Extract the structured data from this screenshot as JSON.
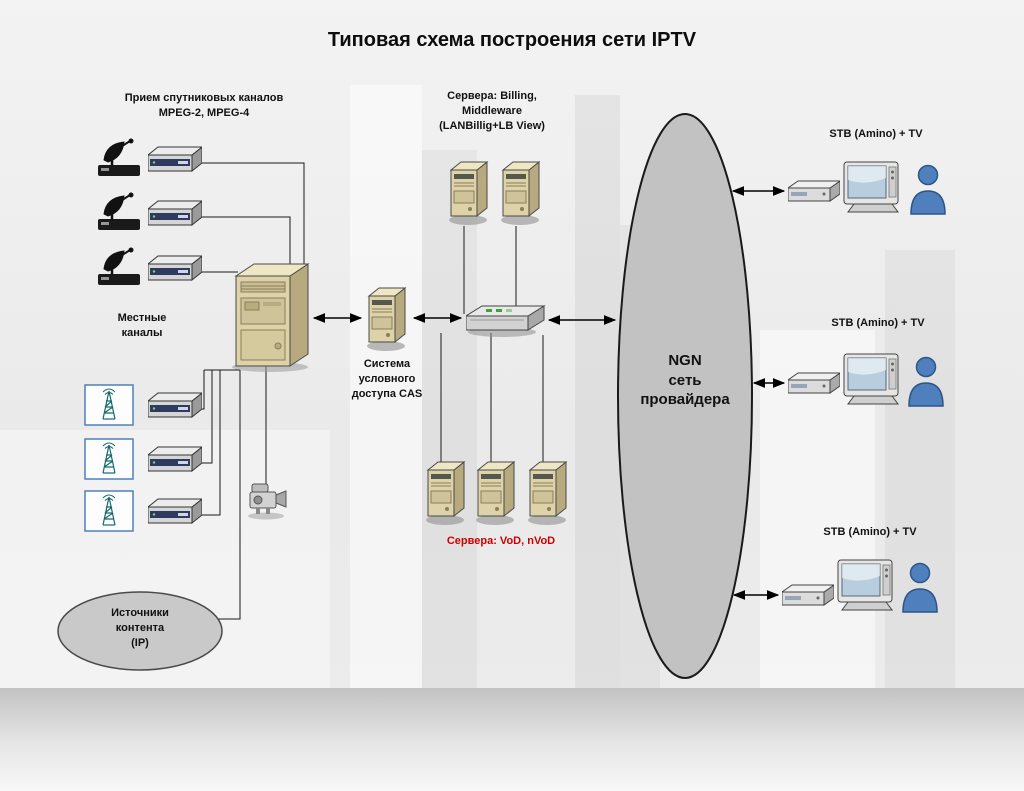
{
  "title": "Типовая схема построения сети IPTV",
  "labels": {
    "satellite_channels": "Прием спутниковых каналов\nMPEG-2, MPEG-4",
    "local_channels": "Местные\nканалы",
    "billing_servers": "Сервера: Billing,\nMiddleware\n(LANBillig+LB View)",
    "cas_system": "Система\nусловного\nдоступа CAS",
    "vod_servers": "Сервера: VoD, nVoD",
    "ngn_network": "NGN\nсеть\nпровайдера",
    "content_sources": "Источники\nконтента\n(IP)",
    "stb_group_top": "STB (Amino) + TV",
    "stb_group_middle": "STB (Amino) + TV",
    "stb_group_bottom": "STB (Amino) + TV"
  },
  "icons": [
    "satellite-dish-icon",
    "receiver-icon",
    "antenna-icon",
    "camera-icon",
    "headend-server-icon",
    "cas-server-icon",
    "billing-server-icon",
    "vod-server-icon",
    "switch-icon",
    "stb-icon",
    "tv-icon",
    "user-icon"
  ],
  "colors": {
    "vod_label": "#cc0000",
    "ngn_ellipse_fill": "#c2c2c2",
    "content_ellipse_fill": "#c9c9c9",
    "server_body": "#ddd2a8",
    "person_blue": "#4f80bd",
    "line": "#1a1a1a"
  }
}
